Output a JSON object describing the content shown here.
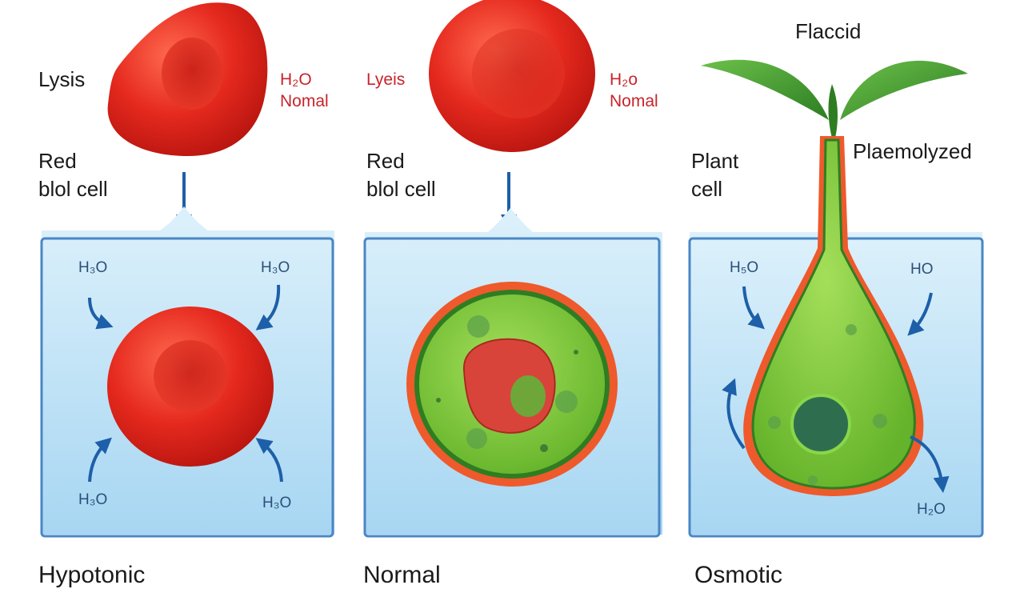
{
  "panels": [
    {
      "top_left_label": "Lysis",
      "top_right_labels": [
        "H₂O",
        "Nomal"
      ],
      "cell_label": [
        "Red",
        "blol cell"
      ],
      "water_labels": [
        "H₃O",
        "H₃O",
        "H₃O",
        "H₃O"
      ],
      "caption": "Hypotonic"
    },
    {
      "top_left_label": "Lyeis",
      "top_right_labels": [
        "H₂o",
        "Nomal"
      ],
      "cell_label": [
        "Red",
        "blol cell"
      ],
      "caption": "Normal"
    },
    {
      "top_label": "Flaccid",
      "right_label": "Plaemolyzed",
      "cell_label": [
        "Plant",
        "cell"
      ],
      "water_labels": [
        "H₅O",
        "HO",
        "H₂O"
      ],
      "caption": "Osmotic"
    }
  ],
  "colors": {
    "red_cell": "#e0261d",
    "water": "#cde9f7",
    "container_edge": "#4a86c5",
    "plant_cell": "#82cc3c",
    "cell_wall": "#ee5a2c",
    "leaf": "#3f9a2c",
    "arrow": "#1d5fa8"
  }
}
